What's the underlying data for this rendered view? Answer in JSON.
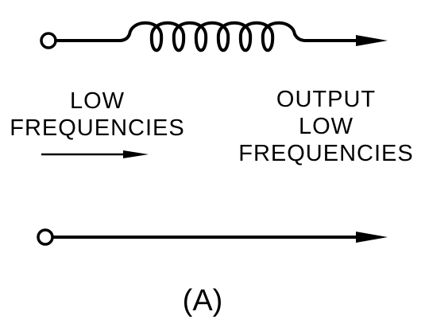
{
  "diagram": {
    "input_label": {
      "line1": "LOW",
      "line2": "FREQUENCIES"
    },
    "output_label": {
      "line1": "OUTPUT",
      "line2": "LOW",
      "line3": "FREQUENCIES"
    },
    "figure_label": "(A)",
    "colors": {
      "ink": "#000000",
      "background": "#ffffff"
    }
  }
}
